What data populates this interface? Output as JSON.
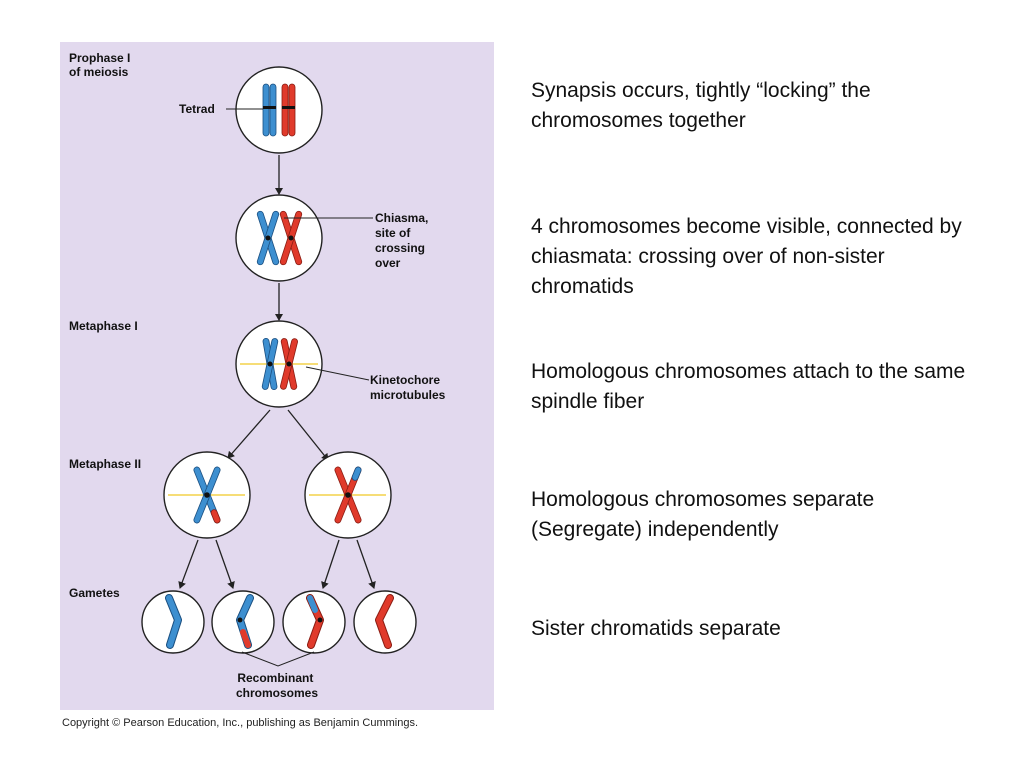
{
  "diagram": {
    "stage_labels": {
      "prophase_1": [
        "Prophase I",
        "of meiosis"
      ],
      "metaphase_1": "Metaphase I",
      "metaphase_2": "Metaphase II",
      "gametes": "Gametes"
    },
    "callouts": {
      "tetrad": "Tetrad",
      "chiasma": [
        "Chiasma,",
        "site of",
        "crossing",
        "over"
      ],
      "kinetochore": [
        "Kinetochore",
        "microtubules"
      ],
      "recombinant": [
        "Recombinant",
        "chromosomes"
      ]
    },
    "colors": {
      "panel": "#e2d9ee",
      "chromosome_a": "#3d8fd0",
      "chromosome_b": "#e03a2b",
      "spindle": "#f4d24a"
    }
  },
  "descriptions": [
    "Synapsis occurs, tightly “locking” the chromosomes together",
    "4 chromosomes become visible, connected by chiasmata: crossing over of non-sister chromatids",
    "Homologous chromosomes attach to the same spindle fiber",
    "Homologous chromosomes separate (Segregate) independently",
    "Sister chromatids separate"
  ],
  "copyright": "Copyright © Pearson Education, Inc., publishing as Benjamin Cummings."
}
